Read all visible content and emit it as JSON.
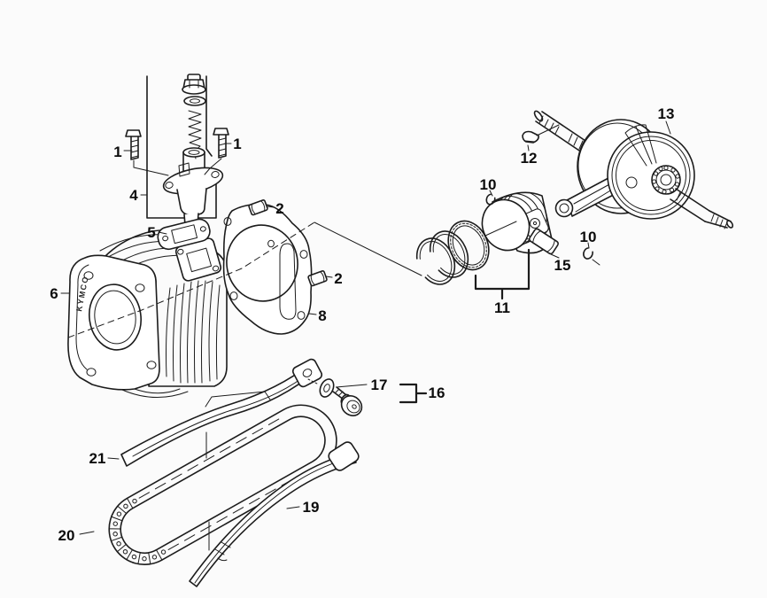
{
  "diagram": {
    "kind": "engine exploded parts diagram",
    "brand_marking": "KYMCO",
    "background_color": "#fbfbfb",
    "line_color": "#1c1c1c",
    "callouts": [
      "1",
      "1",
      "2",
      "2",
      "4",
      "5",
      "6",
      "8",
      "10",
      "10",
      "11",
      "12",
      "13",
      "15",
      "16",
      "17",
      "19",
      "20",
      "21"
    ]
  }
}
